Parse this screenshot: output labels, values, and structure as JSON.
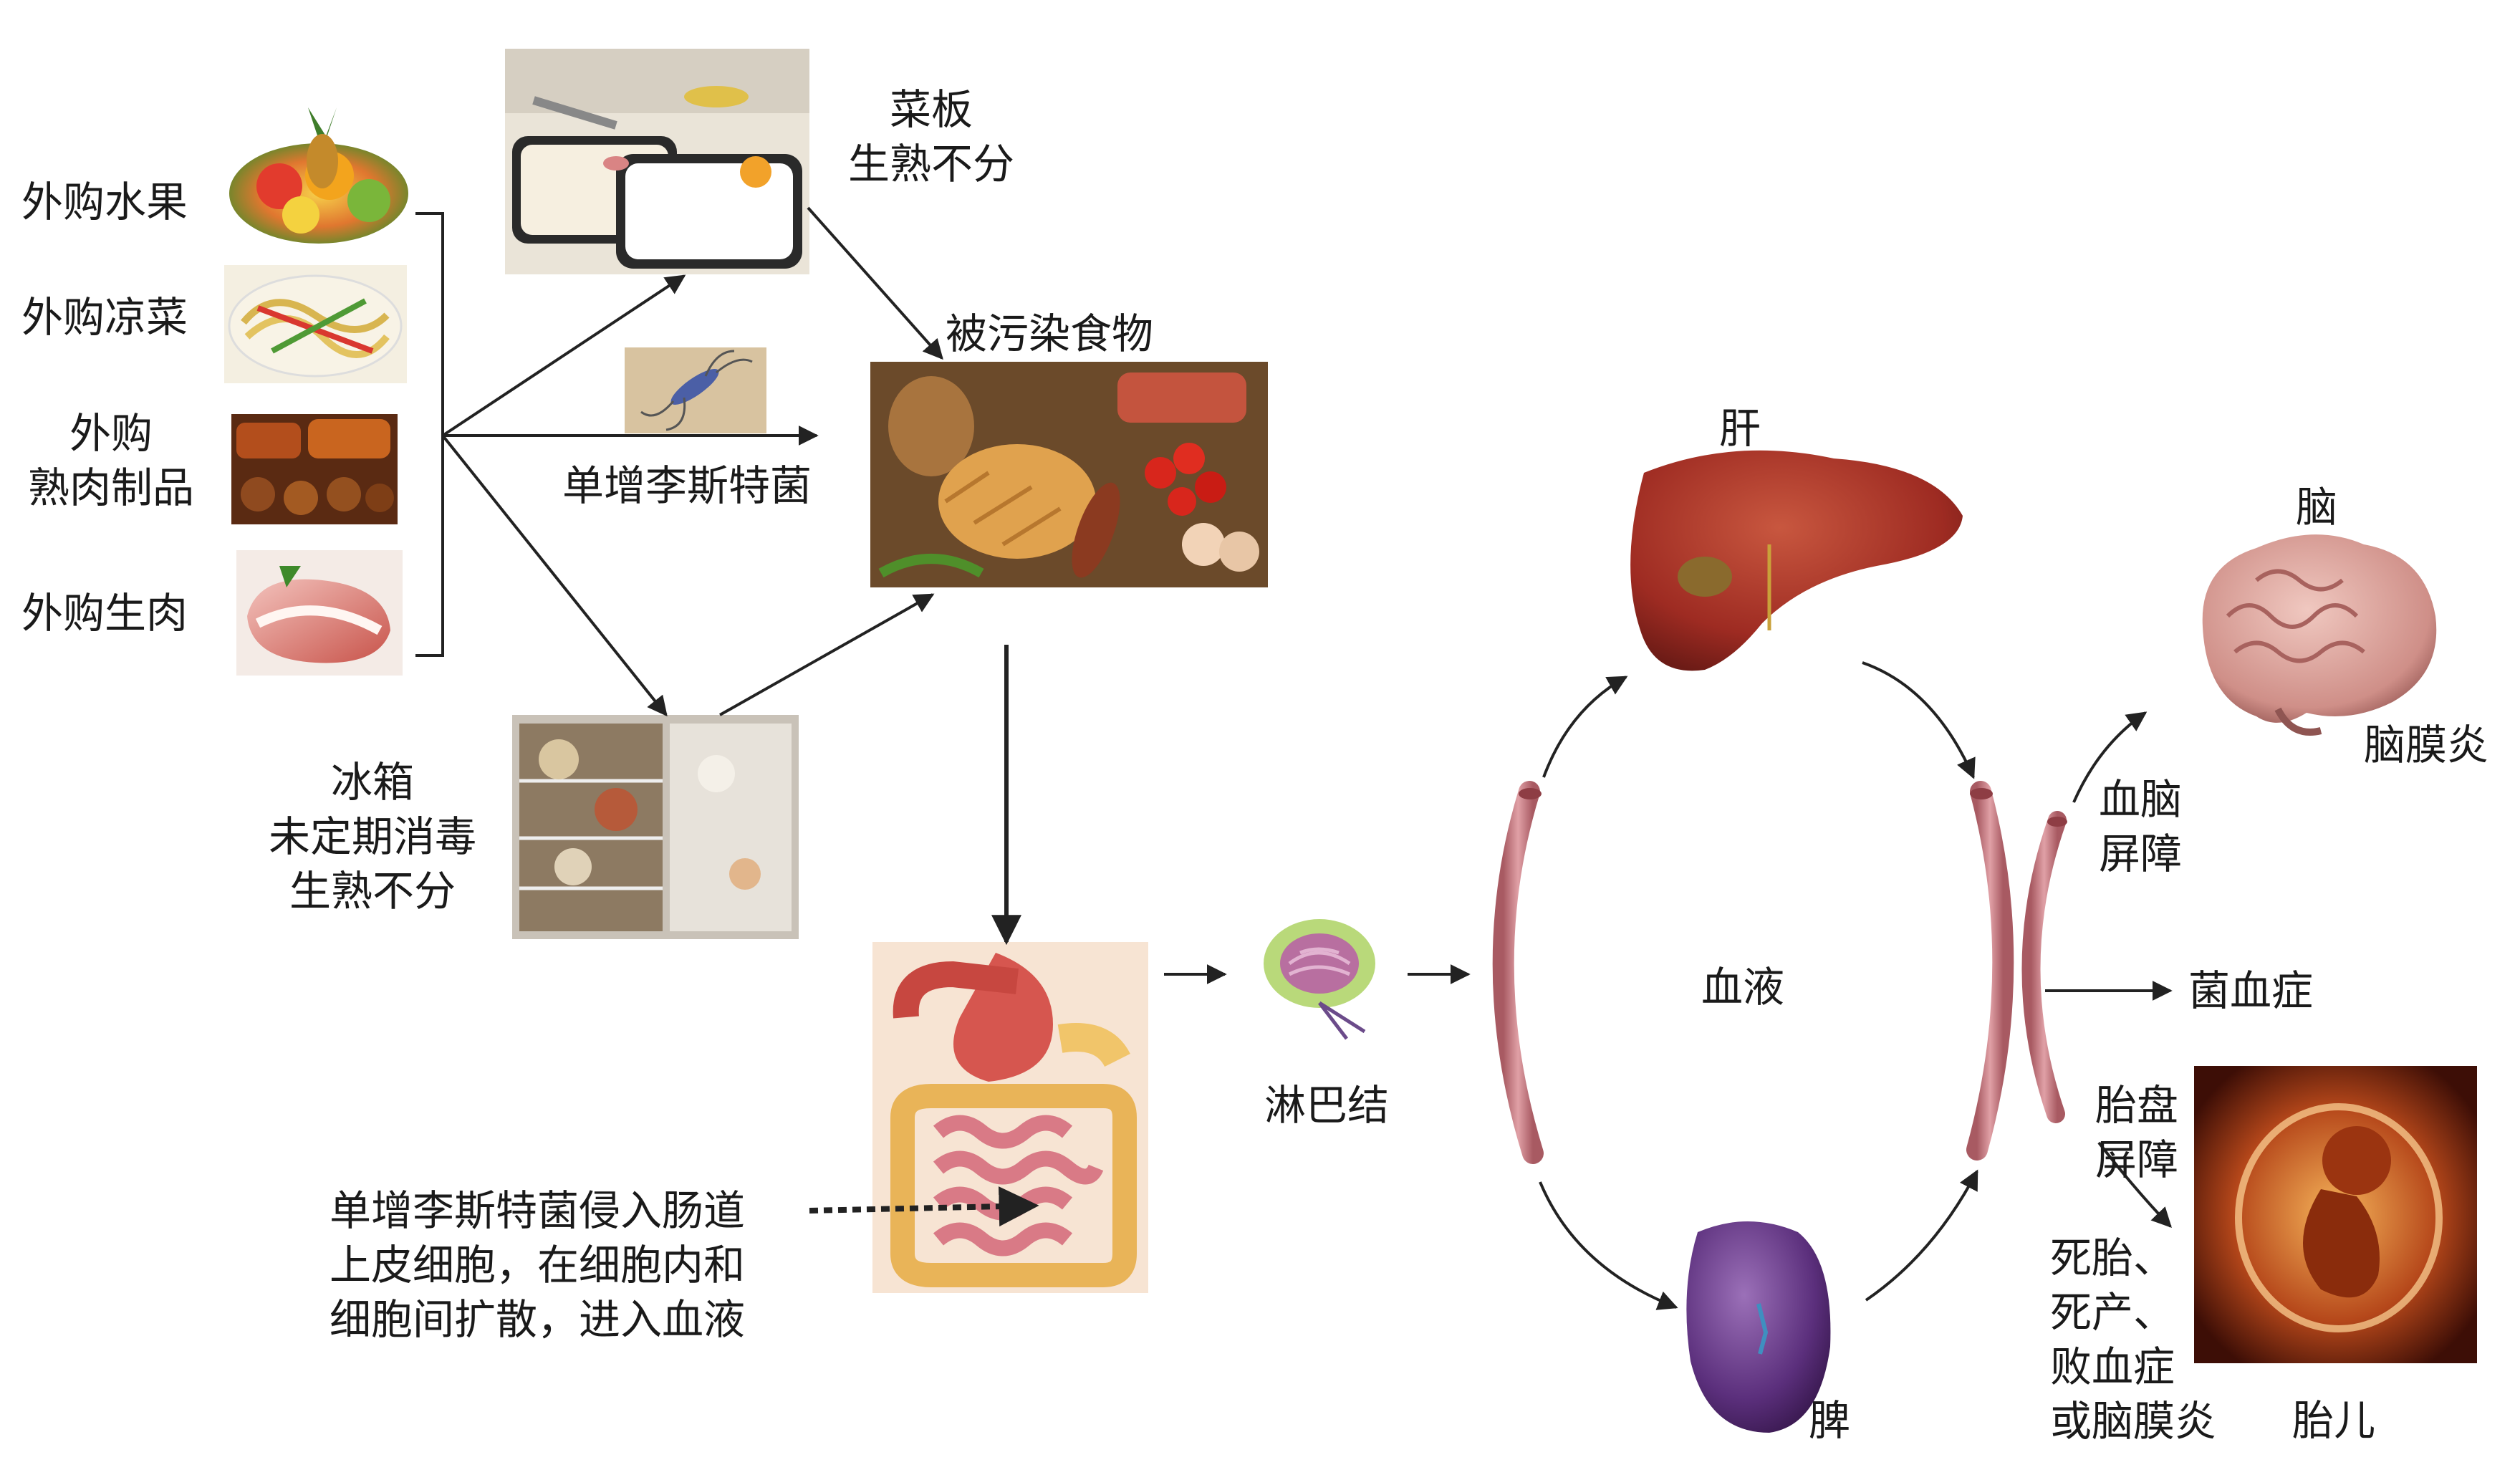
{
  "sources": {
    "fruit": "外购水果",
    "cold_dish": "外购凉菜",
    "cooked_meat_line1": "外购",
    "cooked_meat_line2": "熟肉制品",
    "raw_meat": "外购生肉"
  },
  "cutting_board": {
    "line1": "菜板",
    "line2": "生熟不分"
  },
  "pathogen_label": "单增李斯特菌",
  "contaminated_food": "被污染食物",
  "fridge": {
    "line1": "冰箱",
    "line2": "未定期消毒",
    "line3": "生熟不分"
  },
  "intestine_note": {
    "line1": "单增李斯特菌侵入肠道",
    "line2": "上皮细胞，在细胞内和",
    "line3": "细胞间扩散，进入血液"
  },
  "lymph_node": "淋巴结",
  "blood": "血液",
  "liver": "肝",
  "spleen": "脾",
  "brain": "脑",
  "meningitis": "脑膜炎",
  "bbb": {
    "line1": "血脑",
    "line2": "屏障"
  },
  "bacteremia": "菌血症",
  "placenta": {
    "line1": "胎盘",
    "line2": "屏障"
  },
  "fetal_outcomes": {
    "line1": "死胎、",
    "line2": "死产、",
    "line3": "败血症",
    "line4": "或脑膜炎"
  },
  "fetus": "胎儿",
  "colors": {
    "vessel": "#c9787f",
    "liver": "#a8332a",
    "spleen": "#5a2f78",
    "brain": "#d9a29a",
    "arrow": "#222222"
  }
}
